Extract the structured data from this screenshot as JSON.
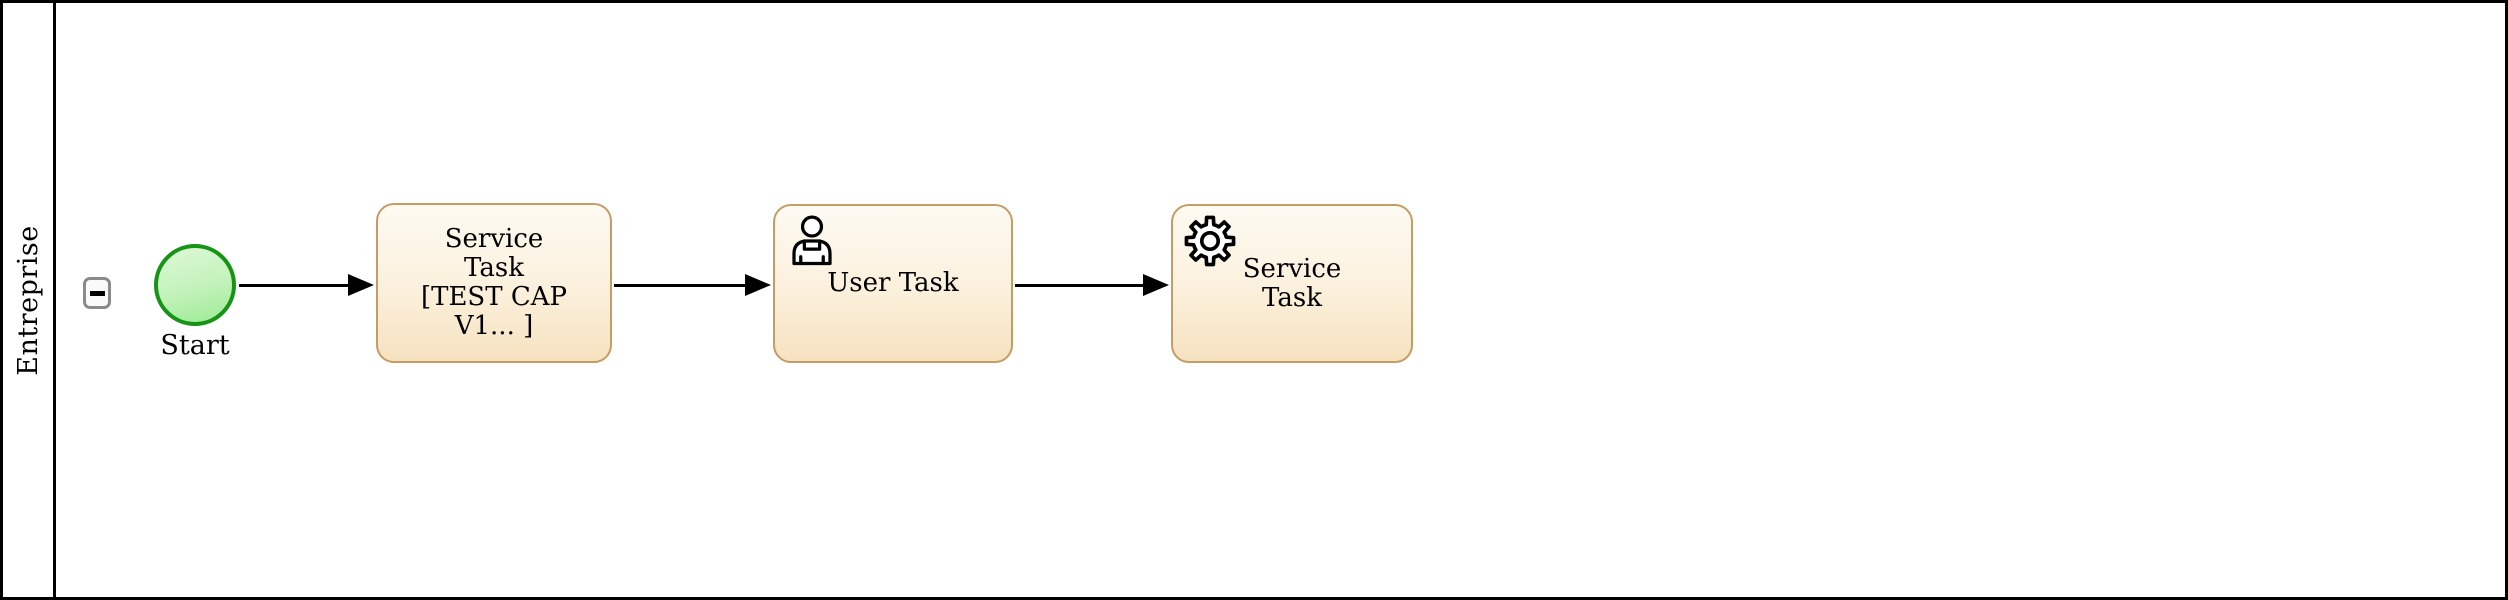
{
  "diagram": {
    "type": "bpmn-process",
    "pool": {
      "label": "Entreprise",
      "collapse_button": {
        "icon": "minus"
      }
    },
    "nodes": {
      "start_event": {
        "type": "start-event",
        "label": "Start"
      },
      "tasks": [
        {
          "id": "task-1",
          "type": "service-task",
          "label": "Service\nTask\n[TEST CAP\nV1... ]",
          "icon": "none"
        },
        {
          "id": "task-2",
          "type": "user-task",
          "label": "User Task",
          "icon": "user-icon"
        },
        {
          "id": "task-3",
          "type": "service-task",
          "label": "Service\nTask",
          "icon": "gear-icon"
        }
      ]
    },
    "connections": [
      {
        "from": "start-event",
        "to": "task-1"
      },
      {
        "from": "task-1",
        "to": "task-2"
      },
      {
        "from": "task-2",
        "to": "task-3"
      }
    ],
    "colors": {
      "pool_border": "#000000",
      "task_border": "#c49d66",
      "task_fill_top": "#fdfaf2",
      "task_fill_bottom": "#f6e2c0",
      "event_border": "#169416",
      "event_fill_top": "#ddf9d7",
      "event_fill_bottom": "#9ceb95",
      "connector": "#000000",
      "collapse_button_border": "#8a8a8a"
    }
  }
}
